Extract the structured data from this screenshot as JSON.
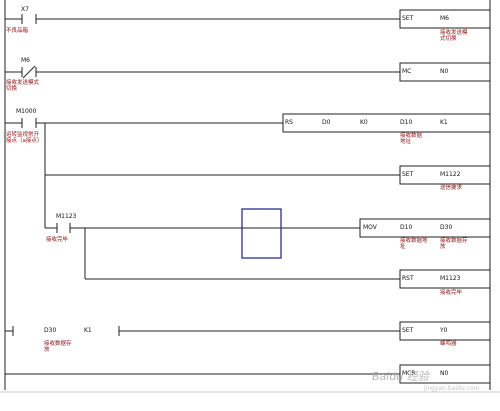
{
  "rungs": [
    {
      "contact": {
        "operand": "X7",
        "comment": "不良品箱"
      },
      "coil": {
        "instr": "SET",
        "operand": "M6",
        "comment": "接收发送模式切换"
      }
    },
    {
      "contact": {
        "operand": "M6",
        "comment": "接收发送模式切换"
      },
      "coil": {
        "instr": "MC",
        "operand": "N0"
      }
    },
    {
      "contact": {
        "operand": "M1000",
        "comment": "运转监视常开接点（a接点）"
      },
      "coil": {
        "instr": "RS",
        "args": [
          "D0",
          "K0",
          "D10",
          "K1"
        ],
        "comment": "接收数据地址"
      },
      "branches": [
        {
          "coil": {
            "instr": "SET",
            "operand": "M1122",
            "comment": "送信要求"
          }
        },
        {
          "contact": {
            "operand": "M1123",
            "comment": "接收完毕"
          },
          "coil": {
            "instr": "MOV",
            "args": [
              "D10",
              "D30"
            ],
            "comments": [
              "接收数据地址",
              "接收数据存放"
            ]
          }
        },
        {
          "coil": {
            "instr": "RST",
            "operand": "M1123",
            "comment": "接收完毕"
          }
        }
      ]
    },
    {
      "contact": {
        "operand": "D30",
        "operand2": "K1",
        "comment": "接收数据存放"
      },
      "coil": {
        "instr": "SET",
        "operand": "Y0",
        "comment": "蜂鸣器"
      }
    },
    {
      "coil": {
        "instr": "MCR",
        "operand": "N0"
      }
    }
  ],
  "colors": {
    "highlight_box": "#2b2f8f",
    "comment_text": "#8a1010"
  },
  "watermark": {
    "brand": "Baidu 经验",
    "site": "jingyan.baidu.com"
  }
}
